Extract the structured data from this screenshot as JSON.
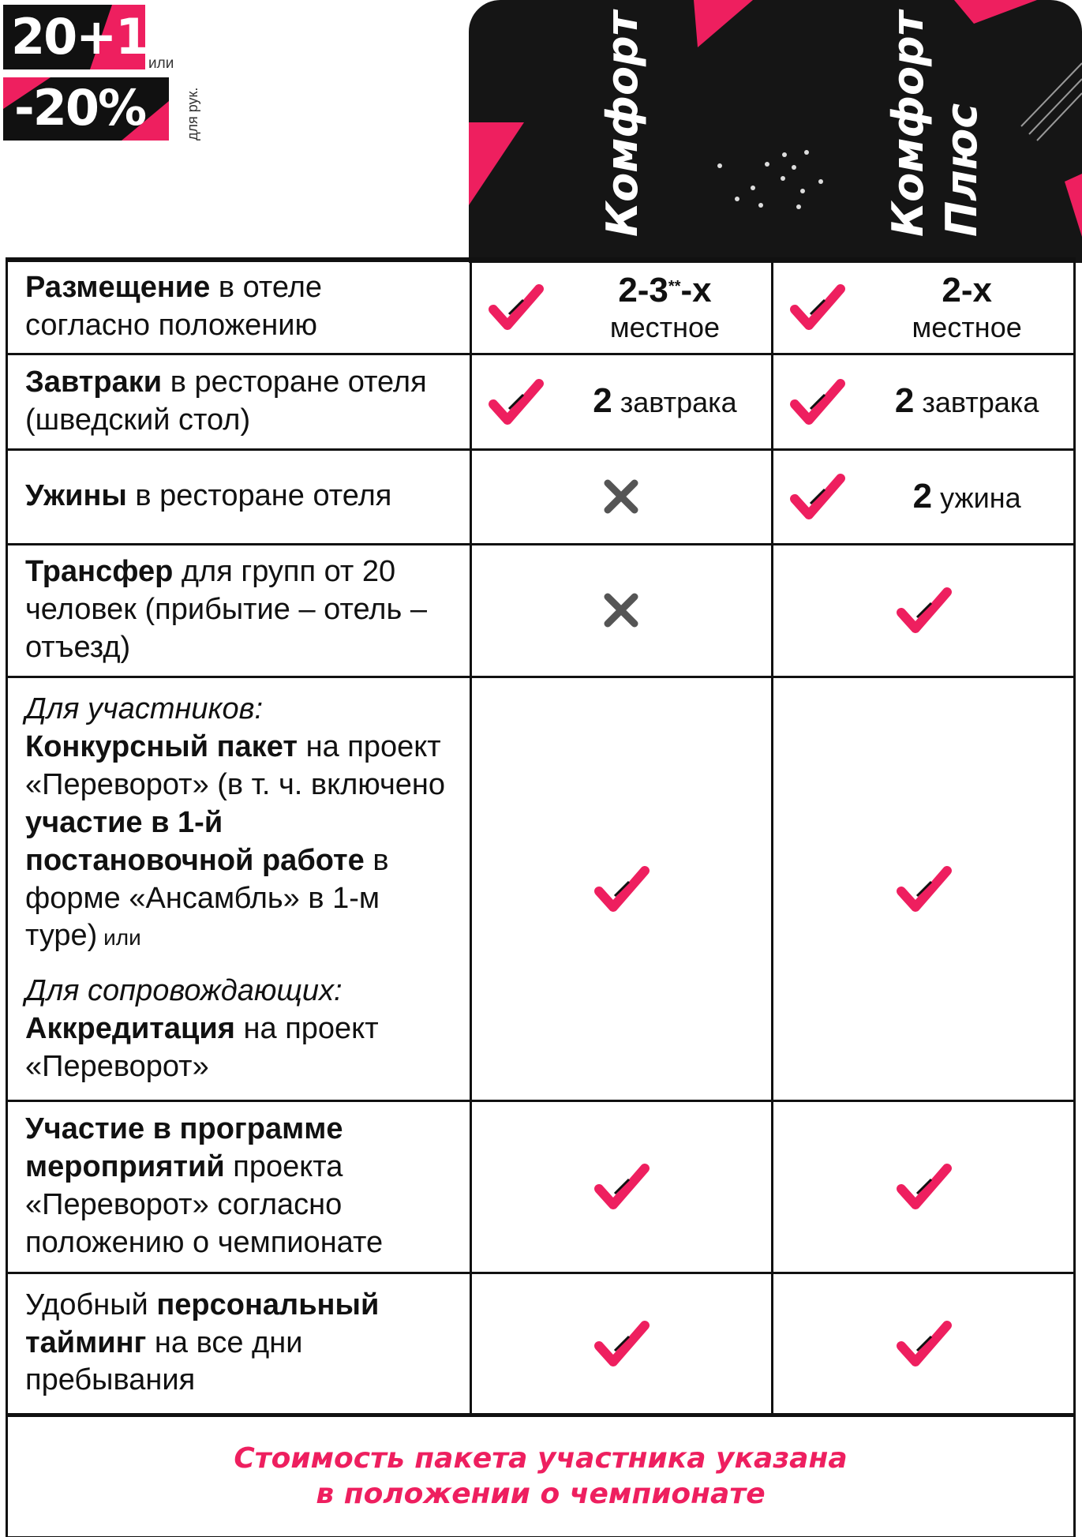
{
  "promo": {
    "line1": "20+1",
    "or_word": "или",
    "line2": "-20%",
    "star": "*",
    "note": "для рук."
  },
  "header": {
    "col1_title": "Комфорт",
    "col2_title_a": "Комфорт",
    "col2_title_b": "Плюс"
  },
  "rows": [
    {
      "label_bold": "Размещение",
      "label_rest": " в отеле согласно положению",
      "comfort": {
        "main": "2-3",
        "sup": "**",
        "suffix": "-х",
        "sub": "местное"
      },
      "plus": {
        "main": "2-х",
        "sub": "местное"
      }
    },
    {
      "label_bold": "Завтраки",
      "label_rest": " в ресторане отеля (шведский стол)",
      "comfort": {
        "num": "2",
        "word": " завтрака"
      },
      "plus": {
        "num": "2",
        "word": " завтрака"
      }
    },
    {
      "label_bold": "Ужины",
      "label_rest": " в ресторане отеля",
      "plus": {
        "num": "2",
        "word": " ужина"
      }
    },
    {
      "label_bold": "Трансфер",
      "label_rest": " для групп от 20 человек (прибытие – отель – отъезд)"
    },
    {
      "p1_italic": "Для участников:",
      "p1_bold1": "Конкурсный пакет",
      "p1_text1": " на проект «Переворот» (в т. ч. включено ",
      "p1_bold2": "участие в 1-й постановочной работе",
      "p1_text2": " в форме «Ансамбль» в 1-м туре)",
      "p1_or": " или",
      "p2_italic": "Для сопровождающих:",
      "p2_bold": "Аккредитация",
      "p2_text": " на проект «Переворот»"
    },
    {
      "label_bold": "Участие в программе мероприятий",
      "label_rest": " проекта «Переворот» согласно положению о чемпионате"
    },
    {
      "label_pre": "Удобный ",
      "label_bold": "персональный тайминг",
      "label_rest": " на все дни пребывания"
    }
  ],
  "footer": {
    "line1": "Стоимость пакета участника указана",
    "line2": "в положении о чемпионате"
  },
  "colors": {
    "accent": "#ee1f5f",
    "dark": "#151515",
    "cross": "#555555"
  },
  "icons": [
    "check-icon",
    "cross-icon"
  ]
}
